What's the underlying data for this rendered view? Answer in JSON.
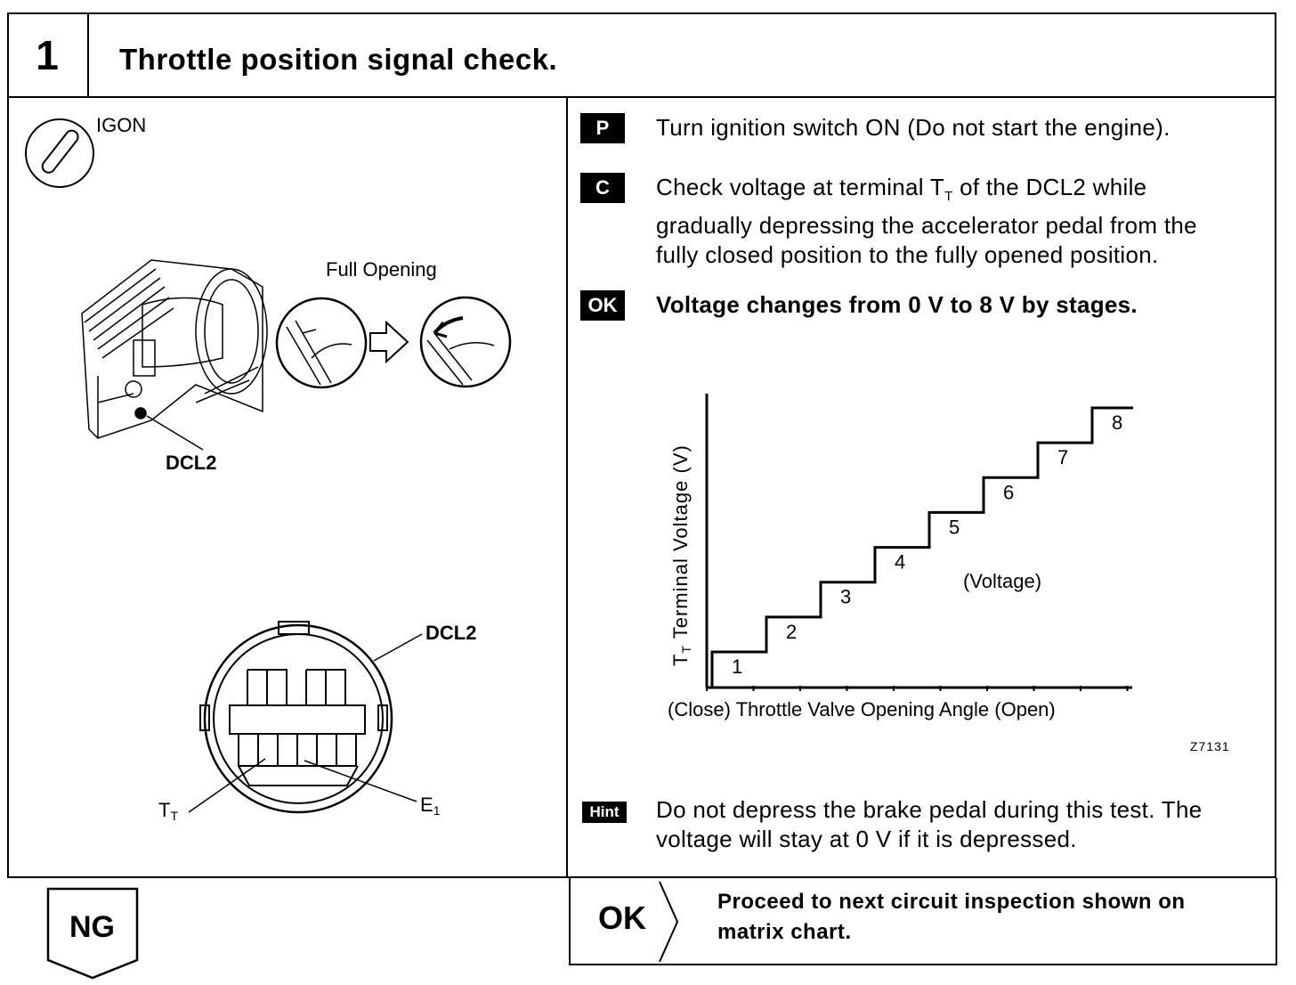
{
  "step": {
    "number": "1",
    "title": "Throttle position signal check."
  },
  "left_panel": {
    "ignition_label": "IGON",
    "full_opening_label": "Full Opening",
    "dcl2_top_label": "DCL2",
    "connector_label": "DCL2",
    "tt_label": "T",
    "tt_sub": "T",
    "e1_label": "E",
    "e1_sub": "1"
  },
  "instructions": {
    "p_badge": "P",
    "p_text": "Turn ignition switch ON (Do not start the engine).",
    "c_badge": "C",
    "c_line1_pre": "Check voltage at terminal T",
    "c_line1_sub": "T",
    "c_line1_post": " of the DCL2 while",
    "c_line2": "gradually depressing the accelerator pedal from the",
    "c_line3": "fully closed position to the fully opened position.",
    "ok_badge": "OK",
    "ok_text": "Voltage changes from 0 V to 8 V by stages.",
    "hint_badge": "Hint",
    "hint_line1": "Do not depress the brake pedal during this test. The",
    "hint_line2": "voltage will stay at 0 V if it is depressed."
  },
  "chart_data": {
    "type": "line",
    "ylabel_pre": "T",
    "ylabel_sub": "T",
    "ylabel_post": " Terminal Voltage (V)",
    "xlabel": "(Close) Throttle Valve Opening Angle (Open)",
    "annotation": "(Voltage)",
    "step_labels": [
      "1",
      "2",
      "3",
      "4",
      "5",
      "6",
      "7",
      "8"
    ],
    "series": [
      {
        "values": [
          1,
          2,
          3,
          4,
          5,
          6,
          7,
          8
        ]
      }
    ],
    "figure_code": "Z7131"
  },
  "results": {
    "ok_label": "OK",
    "ok_line1": "Proceed to next circuit inspection shown on",
    "ok_line2": "matrix chart.",
    "ng_label": "NG"
  }
}
